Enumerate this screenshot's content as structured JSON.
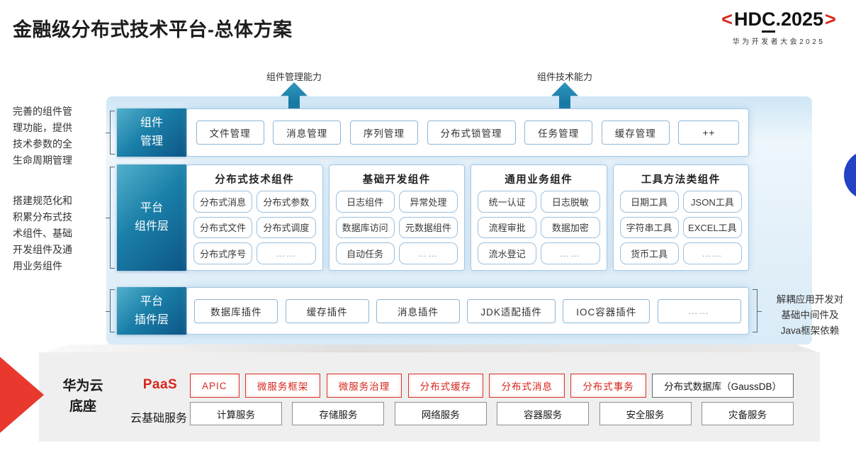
{
  "title": "金融级分布式技术平台-总体方案",
  "logo": {
    "open": "<",
    "hd": "HD",
    "c": "C",
    "rest": ".2025",
    "close": ">",
    "subtitle": "华为开发者大会2025"
  },
  "annotations": {
    "left_top": "完善的组件管\n理功能，提供\n技术参数的全\n生命周期管理",
    "left_bottom": "搭建规范化和\n积累分布式技\n术组件、基础\n开发组件及通\n用业务组件",
    "right": "解耦应用开发对\n基础中间件及\nJava框架依赖"
  },
  "arrows": [
    {
      "label": "组件管理能力"
    },
    {
      "label": "组件技术能力"
    }
  ],
  "rows": {
    "management": {
      "label": "组件\n管理",
      "items": [
        "文件管理",
        "消息管理",
        "序列管理",
        "分布式锁管理",
        "任务管理",
        "缓存管理",
        "++"
      ]
    },
    "components": {
      "label": "平台\n组件层",
      "groups": [
        {
          "title": "分布式技术组件",
          "items": [
            "分布式消息",
            "分布式参数",
            "分布式文件",
            "分布式调度",
            "分布式序号",
            "……"
          ]
        },
        {
          "title": "基础开发组件",
          "items": [
            "日志组件",
            "异常处理",
            "数据库访问",
            "元数据组件",
            "自动任务",
            "……"
          ]
        },
        {
          "title": "通用业务组件",
          "items": [
            "统一认证",
            "日志脱敏",
            "流程审批",
            "数据加密",
            "流水登记",
            "……"
          ]
        },
        {
          "title": "工具方法类组件",
          "items": [
            "日期工具",
            "JSON工具",
            "字符串工具",
            "EXCEL工具",
            "货币工具",
            "……"
          ]
        }
      ]
    },
    "plugins": {
      "label": "平台\n插件层",
      "items": [
        "数据库插件",
        "缓存插件",
        "消息插件",
        "JDK适配插件",
        "IOC容器插件",
        "……"
      ]
    }
  },
  "foundation": {
    "label": "华为云\n底座",
    "paas": {
      "label": "PaaS",
      "items": [
        "APIC",
        "微服务框架",
        "微服务治理",
        "分布式缓存",
        "分布式消息",
        "分布式事务"
      ],
      "dark_item": "分布式数据库（GaussDB）"
    },
    "iaas": {
      "label": "云基础服务",
      "items": [
        "计算服务",
        "存储服务",
        "网络服务",
        "容器服务",
        "安全服务",
        "灾备服务"
      ]
    }
  },
  "colors": {
    "brand_red": "#d8261c",
    "wedge_red": "#e9382d",
    "label_blue_dark": "#0d5586",
    "label_blue_light": "#53b0cc",
    "circle_blue": "#2342c6",
    "border_blue": "#a6c8e4"
  }
}
